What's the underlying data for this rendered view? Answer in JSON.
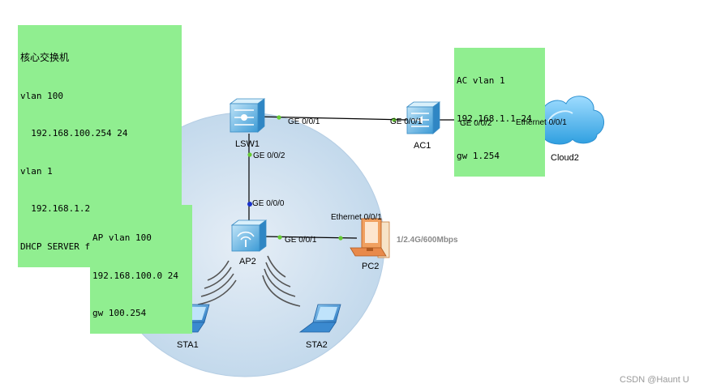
{
  "notes": {
    "core_switch": [
      "核心交换机",
      "vlan 100",
      "  192.168.100.254 24",
      "vlan 1",
      "  192.168.1.254 24",
      "DHCP SERVER for vlan 1 100"
    ],
    "ac": [
      "AC vlan 1",
      "192.168.1.1 24",
      "gw 1.254"
    ],
    "ap": [
      "AP vlan 100",
      "192.168.100.0 24",
      "gw 100.254"
    ]
  },
  "devices": {
    "lsw1": "LSW1",
    "ac1": "AC1",
    "cloud2": "Cloud2",
    "ap2": "AP2",
    "pc2": "PC2",
    "sta1": "STA1",
    "sta2": "STA2"
  },
  "ports": {
    "lsw1_ge001": "GE 0/0/1",
    "ac1_ge001": "GE 0/0/1",
    "ac1_ge002": "GE 0/0/2",
    "cloud2_eth": "Ethernet 0/0/1",
    "lsw1_ge002": "GE 0/0/2",
    "ap2_ge000": "GE 0/0/0",
    "ap2_ge001": "GE 0/0/1",
    "pc2_eth": "Ethernet 0/0/1"
  },
  "wireless_rate": "1/2.4G/600Mbps",
  "watermark": "CSDN @Haunt U",
  "colors": {
    "note_bg": "#90ee90",
    "coverage": "#cfe1f0",
    "link": "#000000",
    "port_up": "#66cc33",
    "port_blue": "#1a33cc",
    "device_blue": "#4aa8e0"
  }
}
